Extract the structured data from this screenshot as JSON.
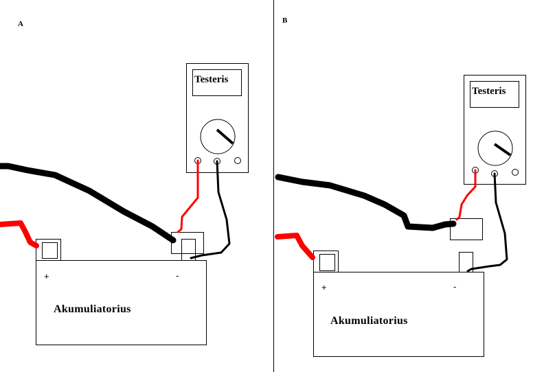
{
  "panels": [
    {
      "label": "A",
      "tester_label": "Testeris",
      "battery_label": "Akumuliatorius",
      "plus": "+",
      "minus": "-"
    },
    {
      "label": "B",
      "tester_label": "Testeris",
      "battery_label": "Akumuliatorius",
      "plus": "+",
      "minus": "-"
    }
  ],
  "colors": {
    "red_wire": "#ff0000",
    "black_wire": "#000000"
  }
}
